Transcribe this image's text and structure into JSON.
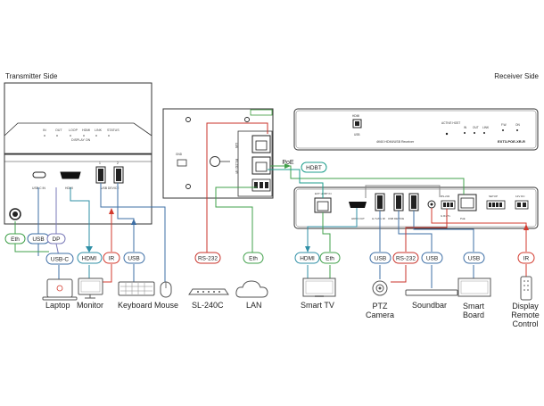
{
  "sides": {
    "transmitter": "Transmitter Side",
    "receiver": "Receiver Side"
  },
  "transmitter": {
    "top_labels": [
      "IN",
      "OUT",
      "LOOP",
      "HDMI",
      "LINK",
      "STATUS"
    ],
    "top_sub": "DISPLAY ON",
    "port_labels": [
      "USB-C IN",
      "HDMI",
      "USB DEVICE"
    ],
    "usb_numbers": [
      "1",
      "2"
    ]
  },
  "wallplate": {
    "labels": [
      "LAN",
      "RS-232",
      "RS-232 / IR",
      "GND"
    ]
  },
  "receiver": {
    "front_labels": {
      "hdmi": "HDMI",
      "usb": "USB",
      "active": "ACTIVE HOST",
      "in": "IN",
      "out": "OUT",
      "link": "LINK",
      "fw": "F.W.",
      "on": "ON"
    },
    "model_front": "4K60 HDMI/USB Receiver",
    "model_name": "EXT3-POE-XR-R",
    "rear_labels": [
      "EXT HDBT IN",
      "HDMI OUT",
      "H-Tx/Rx IR",
      "USB DEVICE",
      "RS-232",
      "G Rx Tx",
      "SETUP",
      "PoE",
      "12V DC"
    ],
    "usb_numbers": [
      "1",
      "2",
      "3"
    ]
  },
  "connectors": {
    "poe": "PoE",
    "hdbt": "HDBT",
    "eth_tx": "Eth",
    "usb_tx": "USB",
    "dp": "DP",
    "usbc": "USB-C",
    "hdmi_tx": "HDMI",
    "ir_tx": "IR",
    "usb_kb": "USB",
    "rs232_wp": "RS-232",
    "eth_wp": "Eth",
    "hdmi_rx": "HDMI",
    "eth_rx": "Eth",
    "usb_ptz": "USB",
    "rs232_rx": "RS-232",
    "usb_sb": "USB",
    "usb_smart": "USB",
    "ir_rx": "IR"
  },
  "devices": {
    "laptop": "Laptop",
    "monitor": "Monitor",
    "keyboard": "Keyboard",
    "mouse": "Mouse",
    "sl240c": "SL-240C",
    "lan": "LAN",
    "smart_tv": "Smart TV",
    "ptz": "PTZ Camera",
    "soundbar": "Soundbar",
    "smart_board": "Smart Board",
    "display_remote": "Display Remote Control"
  },
  "colors": {
    "eth": "#41a04b",
    "usb": "#3e6fa6",
    "hdmi": "#2f8fa6",
    "ir": "#d33a2e",
    "rs232": "#c8322a",
    "hdbt": "#1e9e8c",
    "dp": "#7a7ab8"
  }
}
